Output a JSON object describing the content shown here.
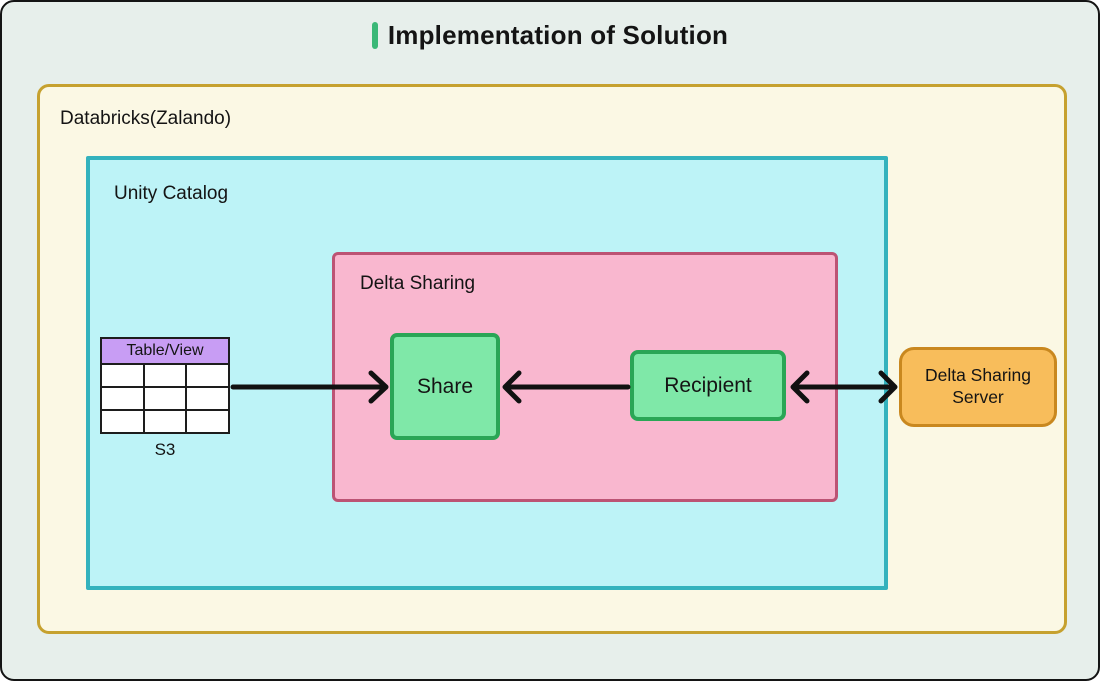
{
  "title": {
    "text": "Implementation of Solution",
    "accent_color": "#3bb877"
  },
  "containers": {
    "databricks": {
      "label": "Databricks(Zalando)",
      "bg_color": "#fbf8e4",
      "border_color": "#c6a12f"
    },
    "unity_catalog": {
      "label": "Unity Catalog",
      "bg_color": "#bdf3f7",
      "border_color": "#33b2bd"
    },
    "delta_sharing": {
      "label": "Delta Sharing",
      "bg_color": "#f9b7cf",
      "border_color": "#bc5374"
    }
  },
  "nodes": {
    "table_view": {
      "header": "Table/View",
      "caption": "S3",
      "header_bg_color": "#c89df4",
      "rows": 3,
      "cols": 3
    },
    "share": {
      "label": "Share",
      "bg_color": "#7fe8a8",
      "border_color": "#2aa656"
    },
    "recipient": {
      "label": "Recipient",
      "bg_color": "#7fe8a8",
      "border_color": "#2aa656"
    },
    "delta_sharing_server": {
      "label": "Delta Sharing Server",
      "bg_color": "#f8bd5b",
      "border_color": "#c9881f"
    }
  },
  "edges": [
    {
      "from": "table_view",
      "to": "share",
      "arrow": "single",
      "direction": "right"
    },
    {
      "from": "recipient",
      "to": "share",
      "arrow": "single",
      "direction": "left"
    },
    {
      "from": "recipient",
      "to": "delta_sharing_server",
      "arrow": "double",
      "direction": "both"
    }
  ],
  "arrow_color": "#111111"
}
